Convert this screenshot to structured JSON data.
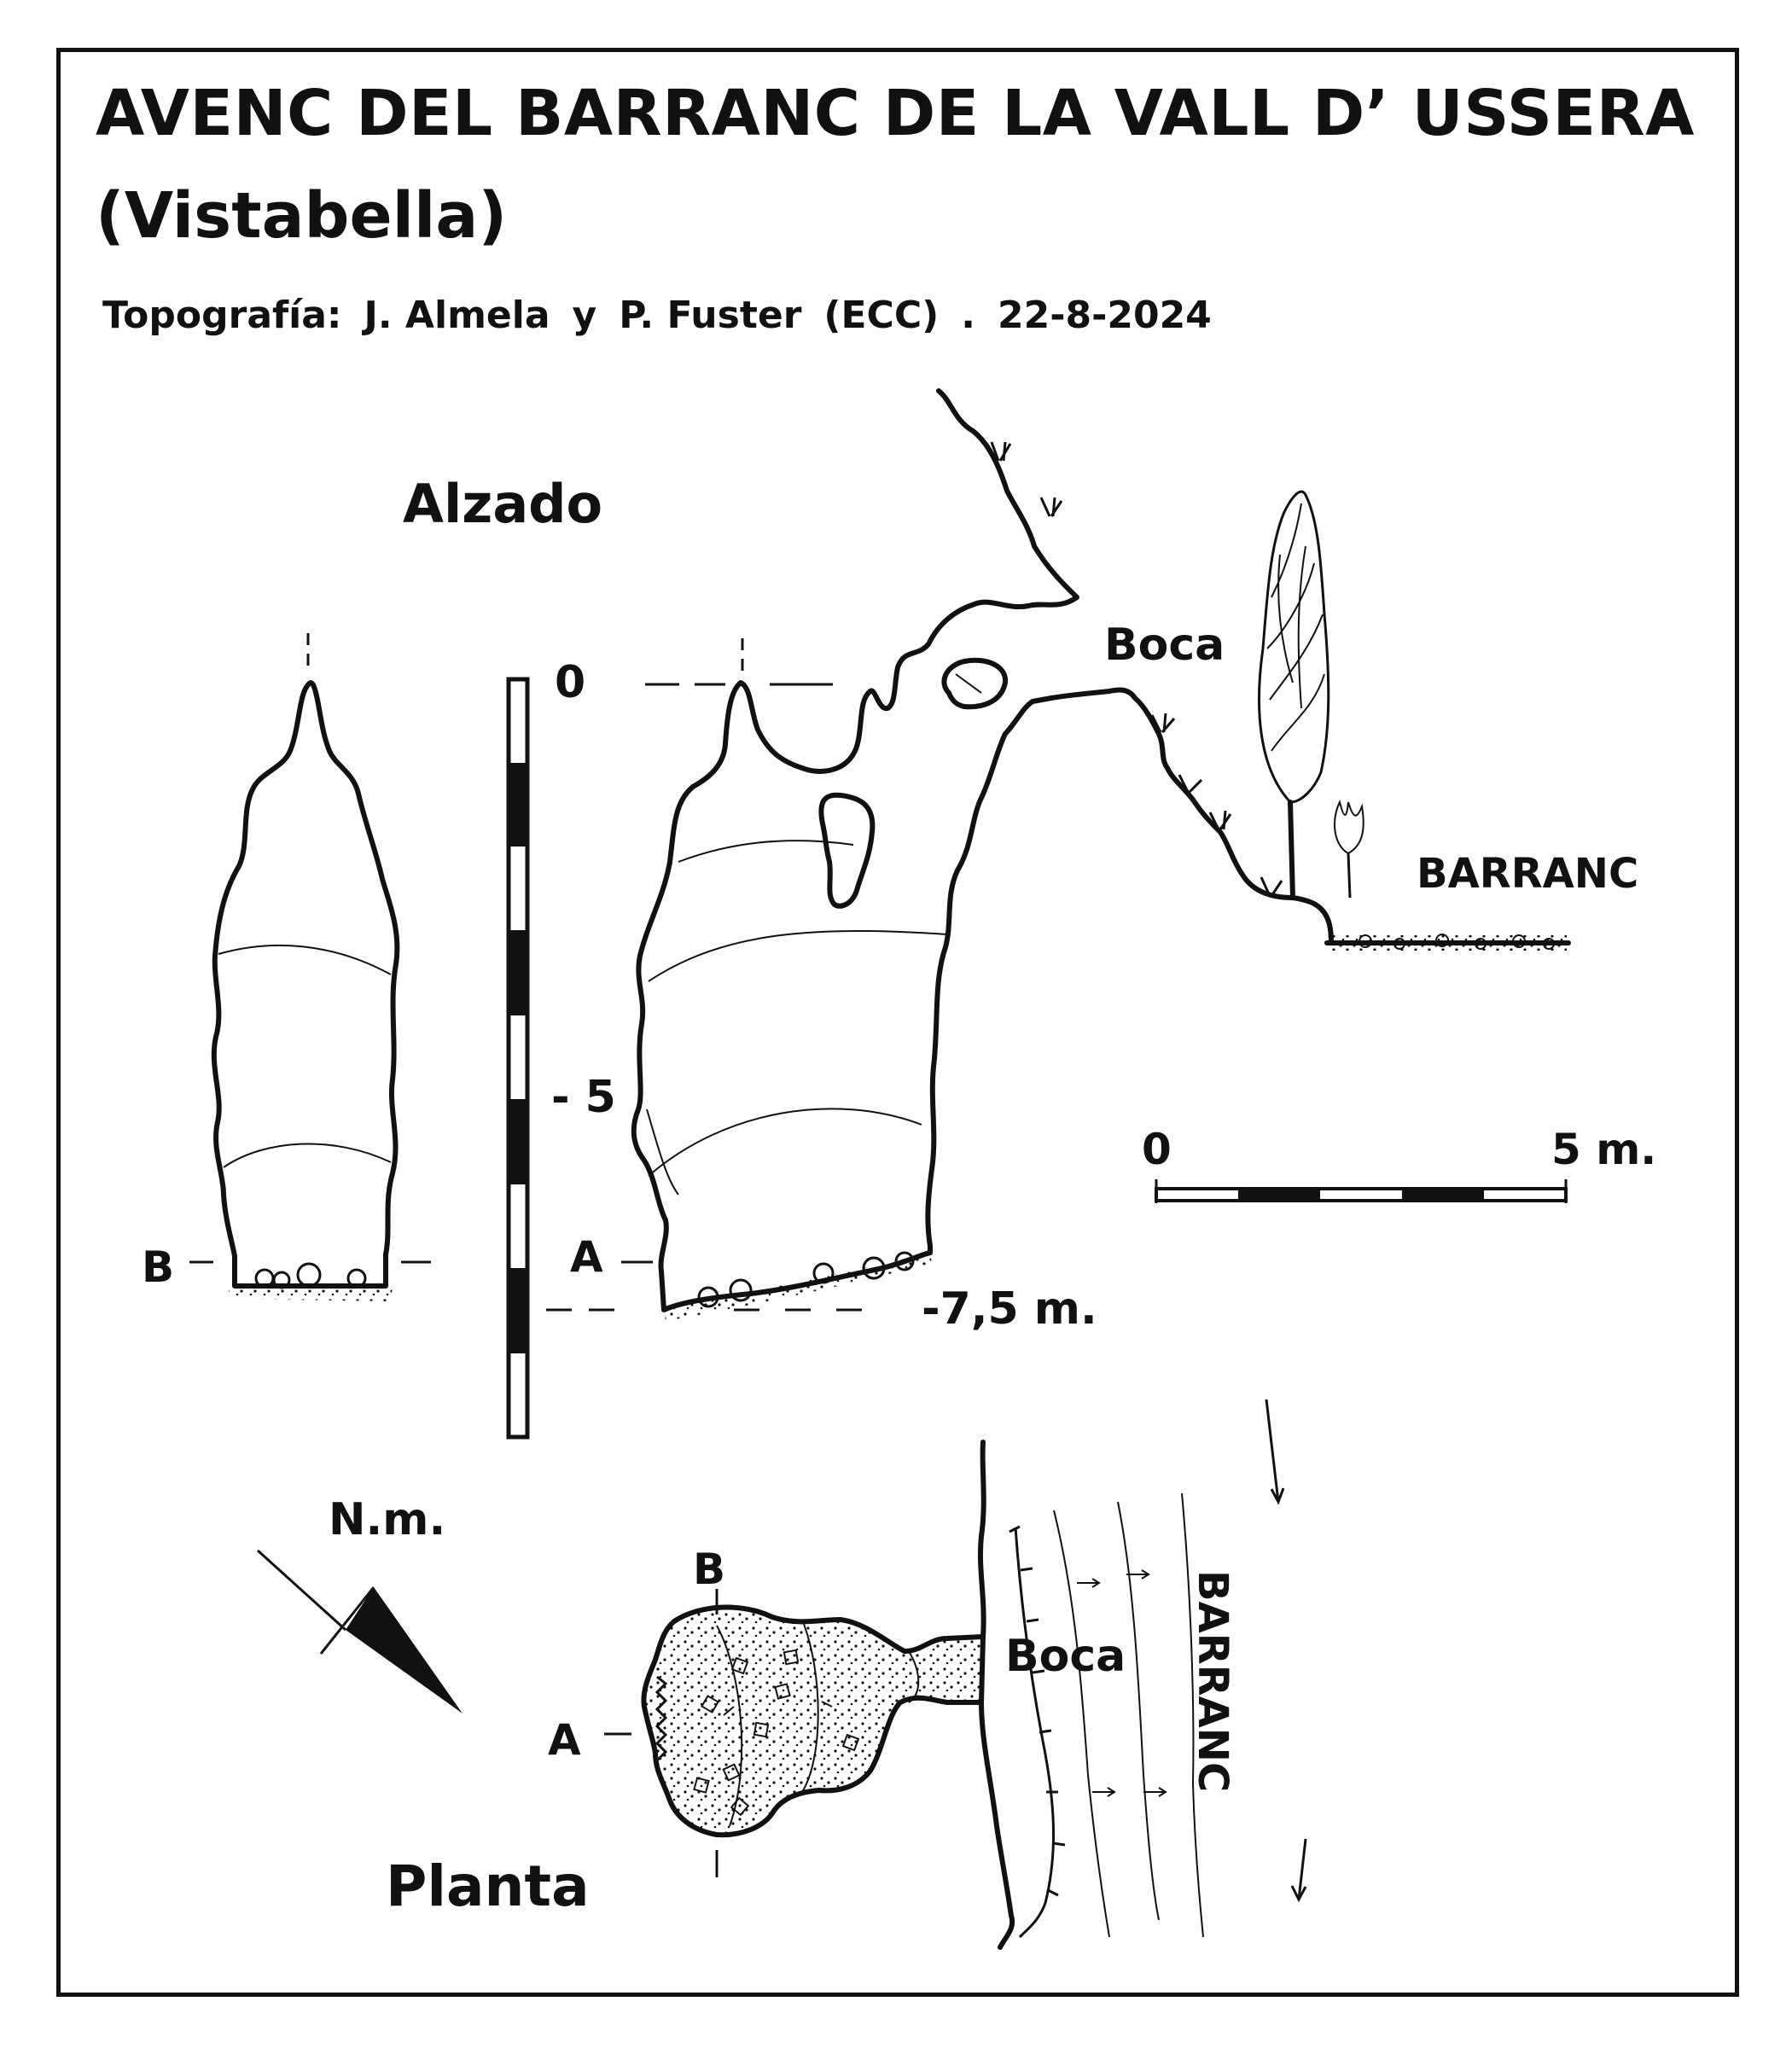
{
  "title": {
    "line1": "AVENC DEL BARRANC DE LA VALL D’ USSERA",
    "line2": "(Vistabella)"
  },
  "credits": {
    "label": "Topografía:",
    "author1": "J. Almela",
    "conjunction": "y",
    "author2": "P. Fuster",
    "club": "(ECC)",
    "separator": ".",
    "date": "22-8-2024"
  },
  "elevation": {
    "title": "Alzado",
    "entrance_label": "Boca",
    "gully_label": "BARRANC",
    "depth_labels": {
      "zero": "0",
      "five": "- 5",
      "bottom": "-7,5 m."
    },
    "section_a": "A",
    "section_b": "B"
  },
  "plan": {
    "title": "Planta",
    "entrance_label": "Boca",
    "gully_label": "BARRANC",
    "north_label": "N.m.",
    "section_a": "A",
    "section_b": "B"
  },
  "scale_bar": {
    "start_label": "0",
    "end_label": "5 m.",
    "segments": 5
  },
  "colors": {
    "ink": "#111111",
    "paper": "#ffffff"
  },
  "icons": {
    "north_arrow": "magnetic-north-arrow-icon",
    "tree": "tree-icon"
  }
}
